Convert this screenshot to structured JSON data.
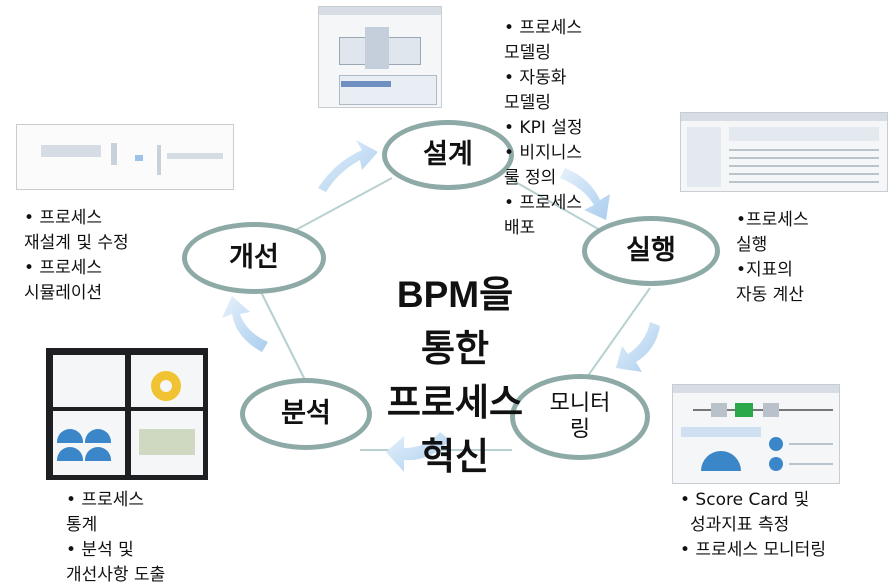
{
  "center": {
    "lines": [
      "BPM을",
      "통한",
      "프로세스",
      "혁신"
    ]
  },
  "nodes": {
    "design": "설계",
    "execute": "실행",
    "monitor": [
      "모니터",
      "링"
    ],
    "analyze": "분석",
    "improve": "개선"
  },
  "bullets": {
    "design": [
      "• 프로세스",
      "모델링",
      "• 자동화",
      "모델링",
      "• KPI 설정",
      "• 비지니스",
      "룰 정의",
      "• 프로세스",
      "배포"
    ],
    "execute": [
      "•프로세스",
      "실행",
      "•지표의",
      "자동 계산"
    ],
    "monitor": [
      "• Score Card 및",
      "성과지표 측정",
      "• 프로세스 모니터링"
    ],
    "analyze": [
      "• 프로세스",
      "통계",
      "• 분석 및",
      "개선사항 도출"
    ],
    "improve": [
      "• 프로세스",
      "재설계 및 수정",
      "• 프로세스",
      "시뮬레이션"
    ]
  },
  "colors": {
    "node_border": "#8eaaa6",
    "arrow": "#b8d6f2",
    "link": "#b8d0d0"
  },
  "icons": [
    "cycle-arrow"
  ]
}
